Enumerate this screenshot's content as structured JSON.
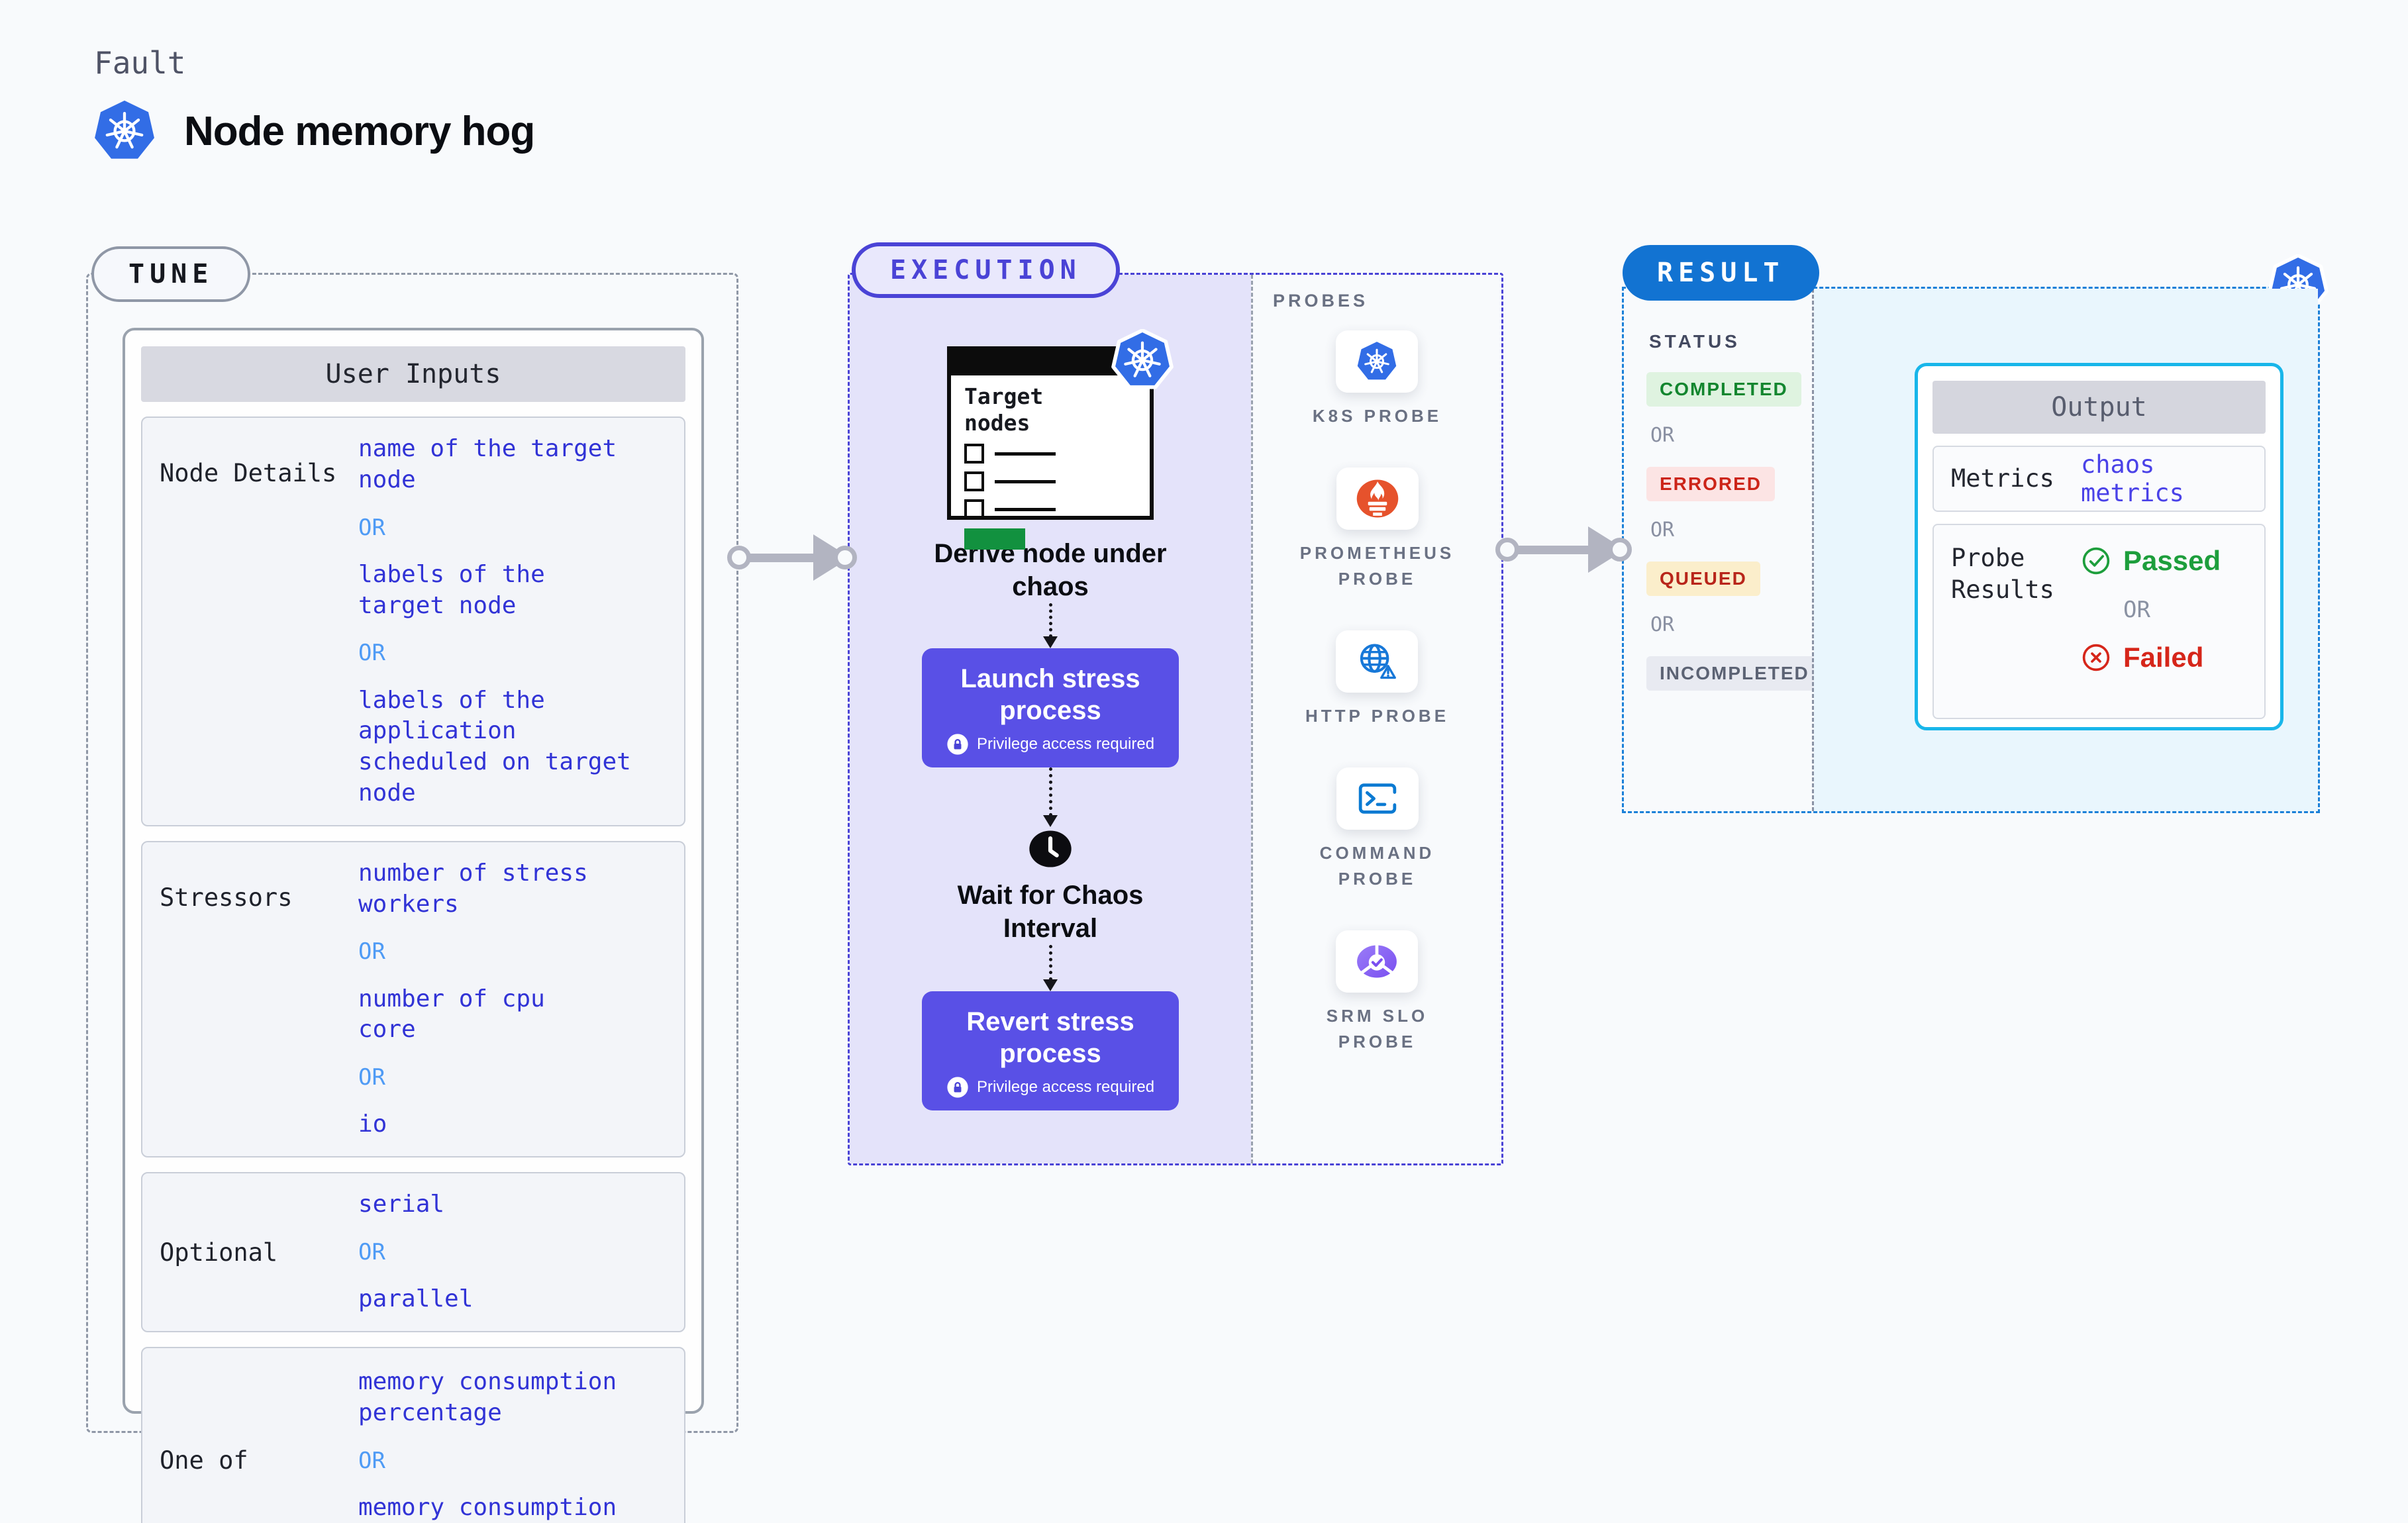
{
  "header": {
    "eyebrow": "Fault",
    "title": "Node memory hog"
  },
  "tune": {
    "badge": "TUNE",
    "card_title": "User Inputs",
    "or": "OR",
    "rows": [
      {
        "label": "Node Details",
        "values": [
          "name of the target\nnode",
          "labels of the\ntarget node",
          "labels of the application\n scheduled on target node"
        ]
      },
      {
        "label": "Stressors",
        "values": [
          "number of stress\nworkers",
          "number of cpu\ncore",
          "io"
        ]
      },
      {
        "label": "Optional",
        "values": [
          "serial",
          "parallel"
        ]
      },
      {
        "label": "One of",
        "values": [
          "memory consumption\npercentage",
          "memory consumption\nmebibytes"
        ]
      }
    ]
  },
  "execution": {
    "badge": "EXECUTION",
    "target_card_title": "Target\nnodes",
    "derive_caption": "Derive node under\nchaos",
    "launch_title": "Launch stress\nprocess",
    "launch_sub": "Privilege access required",
    "wait_caption": "Wait for Chaos\nInterval",
    "revert_title": "Revert stress\nprocess",
    "revert_sub": "Privilege access required"
  },
  "probes": {
    "title": "PROBES",
    "items": [
      {
        "icon": "kubernetes-icon",
        "label": "K8S PROBE"
      },
      {
        "icon": "prometheus-icon",
        "label": "PROMETHEUS\nPROBE"
      },
      {
        "icon": "http-globe-icon",
        "label": "HTTP PROBE"
      },
      {
        "icon": "command-terminal-icon",
        "label": "COMMAND\nPROBE"
      },
      {
        "icon": "srm-slo-icon",
        "label": "SRM SLO\nPROBE"
      }
    ]
  },
  "result": {
    "badge": "RESULT",
    "status_title": "STATUS",
    "or": "OR",
    "statuses": [
      {
        "label": "COMPLETED",
        "bg": "#dff3e0",
        "color": "#13862f"
      },
      {
        "label": "ERRORED",
        "bg": "#fce4e4",
        "color": "#cc2418"
      },
      {
        "label": "QUEUED",
        "bg": "#fbeecb",
        "color": "#b8251a"
      },
      {
        "label": "INCOMPLETED",
        "bg": "#e8eaf1",
        "color": "#5c6374"
      }
    ],
    "output": {
      "title": "Output",
      "metrics_label": "Metrics",
      "metrics_value": "chaos metrics",
      "probe_results_label": "Probe\nResults",
      "passed": "Passed",
      "failed": "Failed"
    }
  },
  "colors": {
    "page_bg": "#f8fafc",
    "value_blue": "#3133d6",
    "or_blue": "#4f9bf5",
    "execution_indigo": "#4a43d6",
    "execution_fill": "#e4e3fa",
    "button_indigo": "#5950e6",
    "pink_accent": "#f9578b",
    "result_blue": "#1273d2",
    "result_dash": "#1b80d8",
    "result_fill": "#e9f6fd",
    "output_border": "#18b6ea",
    "kubernetes_blue": "#326de6",
    "prometheus_orange": "#e6522c",
    "passed_green": "#1d9e3c",
    "failed_red": "#d6261a",
    "target_green": "#12913f"
  }
}
